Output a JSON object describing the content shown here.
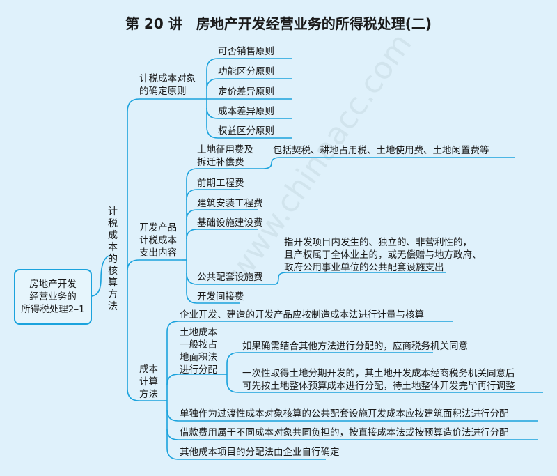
{
  "title": "第 20 讲　房地产开发经营业务的所得税处理(二)",
  "root": {
    "lines": [
      "房地产开发",
      "经营业务的",
      "所得税处理2–1"
    ]
  },
  "main_node": {
    "lines": [
      "计",
      "税",
      "成",
      "本",
      "的",
      "核",
      "算",
      "方",
      "法"
    ]
  },
  "branch1": {
    "lines": [
      "计税成本对象",
      "的确定原则"
    ],
    "items": [
      "可否销售原则",
      "功能区分原则",
      "定价差异原则",
      "成本差异原则",
      "权益区分原则"
    ]
  },
  "branch2": {
    "lines": [
      "开发产品",
      "计税成本",
      "支出内容"
    ],
    "land": {
      "lines": [
        "土地征用费及",
        "拆迁补偿费"
      ],
      "desc": "包括契税、耕地占用税、土地使用费、土地闲置费等"
    },
    "items": [
      "前期工程费",
      "建筑安装工程费",
      "基础设施建设费"
    ],
    "public": {
      "label": "公共配套设施费",
      "desc": [
        "指开发项目内发生的、独立的、非营利性的，",
        "且产权属于全体业主的，或无偿赠与地方政府、",
        "政府公用事业单位的公共配套设施支出"
      ]
    },
    "indirect": "开发间接费"
  },
  "branch3": {
    "lines": [
      "成本",
      "计算",
      "方法"
    ],
    "item1": "企业开发、建造的开发产品应按制造成本法进行计量与核算",
    "land": {
      "lines": [
        "土地成本",
        "一般按占",
        "地面积法",
        "进行分配"
      ],
      "sub1": "如果确需结合其他方法进行分配的，应商税务机关同意",
      "sub2": [
        "一次性取得土地分期开发的，其土地开发成本经商税务机关同意后",
        "可先按土地整体预算成本进行分配，待土地整体开发完毕再行调整"
      ]
    },
    "item3": "单独作为过渡性成本对象核算的公共配套设施开发成本应按建筑面积法进行分配",
    "item4": "借款费用属于不同成本对象共同负担的，按直接成本法或按预算造价法进行分配",
    "item5": "其他成本项目的分配法由企业自行确定"
  },
  "colors": {
    "line": "#1ba3dd",
    "background": "#dff1fb"
  }
}
